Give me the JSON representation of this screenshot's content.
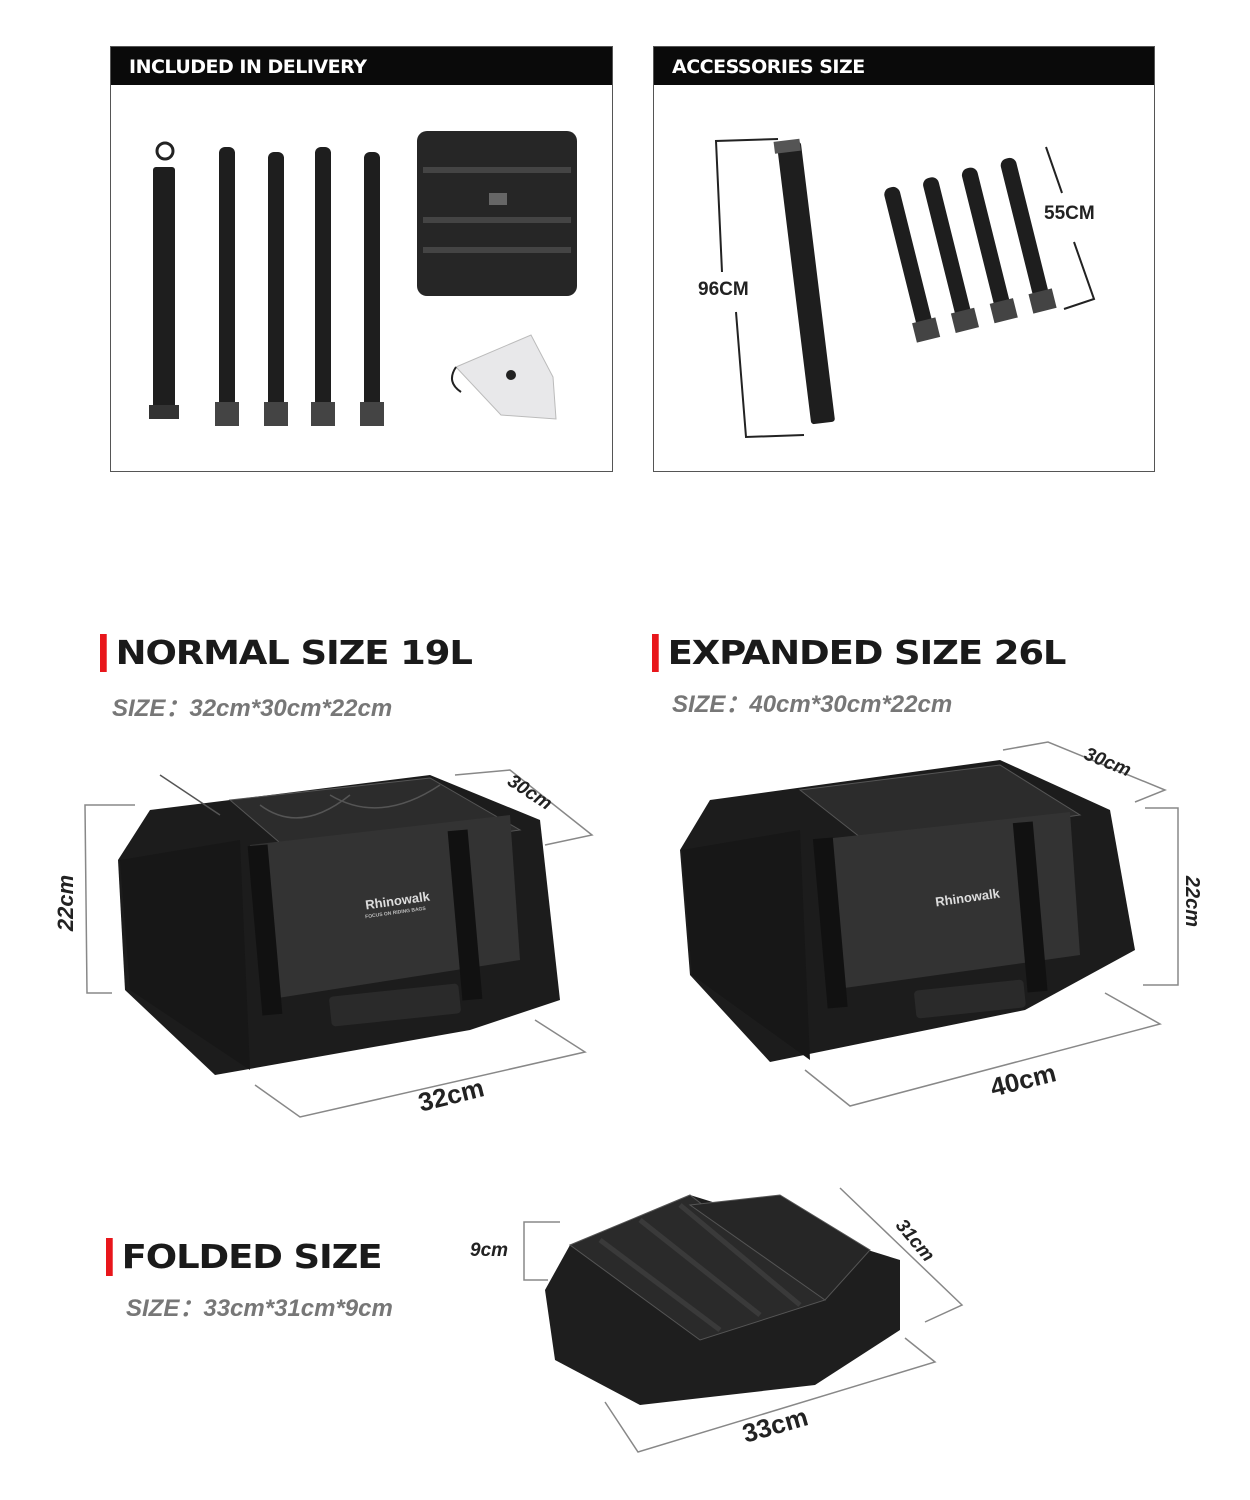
{
  "included": {
    "title": "INCLUDED IN DELIVERY"
  },
  "accessories": {
    "title": "ACCESSORIES SIZE",
    "long_strap": "96CM",
    "short_straps": "55CM"
  },
  "normal": {
    "title": "NORMAL SIZE 19L",
    "size": "SIZE：32cm*30cm*22cm",
    "width": "32cm",
    "depth": "30cm",
    "height": "22cm"
  },
  "expanded": {
    "title": "EXPANDED SIZE 26L",
    "size": "SIZE：40cm*30cm*22cm",
    "width": "40cm",
    "depth": "30cm",
    "height": "22cm"
  },
  "folded": {
    "title": "FOLDED SIZE",
    "size": "SIZE：33cm*31cm*9cm",
    "width": "33cm",
    "depth": "31cm",
    "height": "9cm"
  },
  "brand": {
    "logo": "Rhinowalk",
    "tagline": "FOCUS ON RIDING BAGS"
  },
  "colors": {
    "accent": "#e8161b",
    "header": "#0a0a0a",
    "product": "#1c1c1c"
  }
}
